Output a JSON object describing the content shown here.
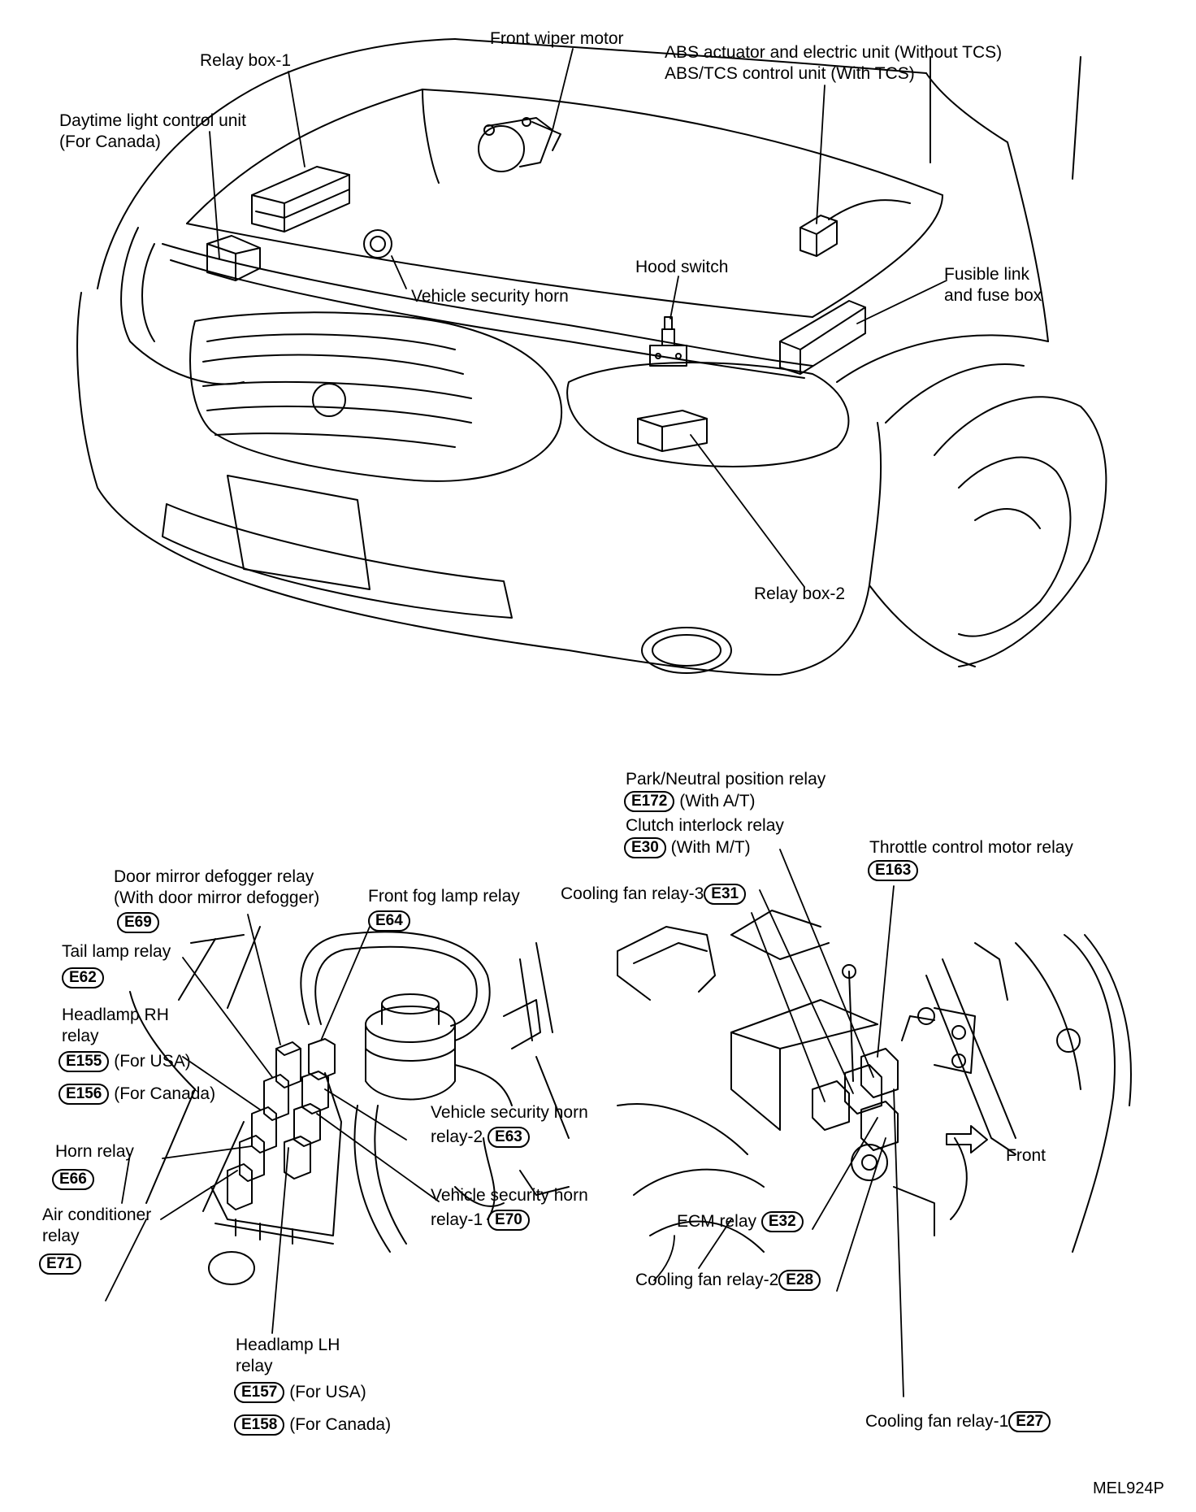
{
  "labels": {
    "front_wiper_motor": "Front wiper motor",
    "relay_box_1": "Relay box-1",
    "abs_line1": "ABS actuator and electric unit (Without TCS)",
    "abs_line2": "ABS/TCS control unit (With TCS)",
    "daytime_line1": "Daytime light control unit",
    "daytime_line2": "(For Canada)",
    "hood_switch": "Hood switch",
    "fusible_line1": "Fusible link",
    "fusible_line2": "and fuse box",
    "vehicle_security_horn": "Vehicle security horn",
    "relay_box_2": "Relay box-2",
    "park_neutral": "Park/Neutral position relay",
    "with_at": "(With A/T)",
    "clutch_interlock": "Clutch interlock relay",
    "with_mt": "(With M/T)",
    "throttle_relay": "Throttle control motor relay",
    "cooling_fan_3": "Cooling fan relay-3",
    "front": "Front",
    "ecm_relay": "ECM relay",
    "cooling_fan_2": "Cooling fan relay-2",
    "cooling_fan_1": "Cooling fan relay-1",
    "door_mirror_line1": "Door mirror defogger relay",
    "door_mirror_line2": "(With door mirror defogger)",
    "front_fog": "Front fog lamp relay",
    "tail_lamp": "Tail lamp relay",
    "headlamp_rh_line1": "Headlamp RH",
    "headlamp_rh_line2": "relay",
    "for_usa": "(For USA)",
    "for_canada": "(For Canada)",
    "horn_relay": "Horn relay",
    "ac_line1": "Air conditioner",
    "ac_line2": "relay",
    "vsh2_line1": "Vehicle security horn",
    "vsh2_line2": "relay-2",
    "vsh1_line1": "Vehicle security horn",
    "vsh1_line2": "relay-1",
    "headlamp_lh_line1": "Headlamp LH",
    "headlamp_lh_line2": "relay",
    "figure_code": "MEL924P"
  },
  "connectors": {
    "e172": "E172",
    "e30": "E30",
    "e163": "E163",
    "e31": "E31",
    "e32": "E32",
    "e28": "E28",
    "e27": "E27",
    "e69": "E69",
    "e64": "E64",
    "e62": "E62",
    "e155": "E155",
    "e156": "E156",
    "e66": "E66",
    "e71": "E71",
    "e63": "E63",
    "e70": "E70",
    "e157": "E157",
    "e158": "E158"
  }
}
